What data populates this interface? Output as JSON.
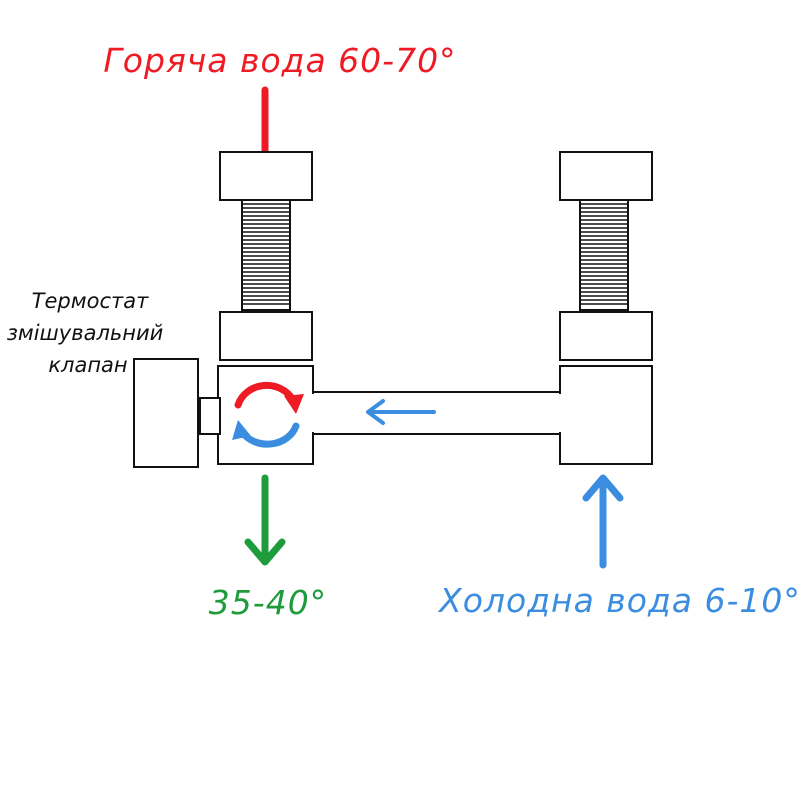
{
  "labels": {
    "hot_water": "Горяча вода 60-70°",
    "cold_water": "Холодна вода 6-10°",
    "mixed_water": "35-40°",
    "valve_line1": "Термостат",
    "valve_line2": "змішувальний",
    "valve_line3": "клапан"
  },
  "colors": {
    "hot": "#ee1b24",
    "cold": "#3b8de0",
    "mixed": "#1e9c3c",
    "outline": "#111111"
  },
  "icons": {
    "hot_inlet_arrow": "arrow-down-icon",
    "cold_inlet_arrow": "arrow-up-icon",
    "mixed_outlet_arrow": "arrow-down-icon",
    "flow_arrow": "arrow-left-icon",
    "mixing": "circular-arrows-icon"
  }
}
